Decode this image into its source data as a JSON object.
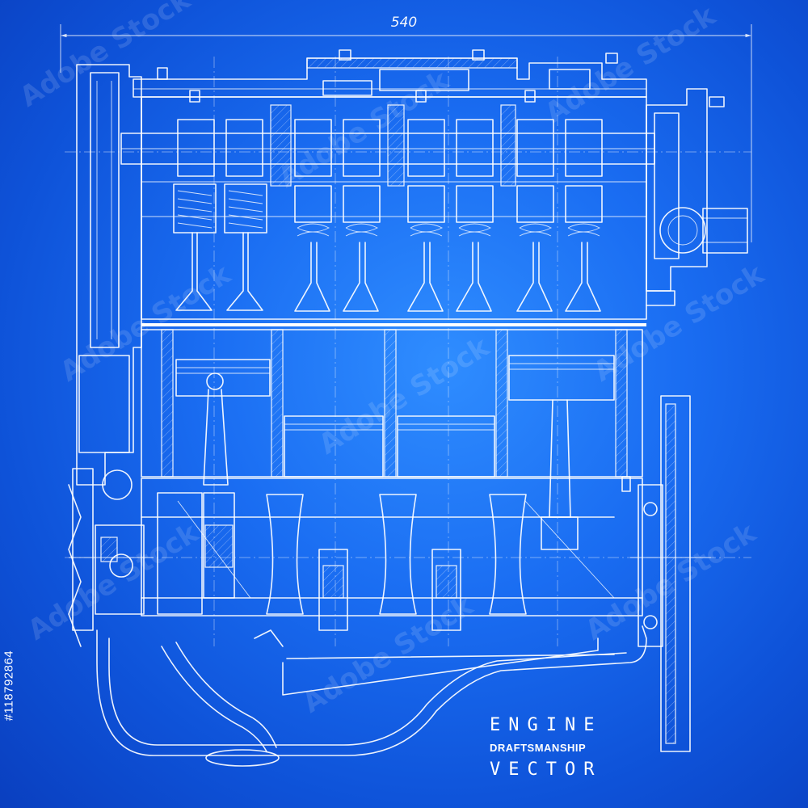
{
  "dimension": {
    "value": "540"
  },
  "caption": {
    "line1": "ENGINE",
    "line2": "DRAFTSMANSHIP",
    "line3": "VECTOR"
  },
  "stock_id": "#118792864",
  "watermark": {
    "text": "Adobe Stock"
  },
  "colors": {
    "background": "#1a6df2",
    "line": "#ffffff"
  }
}
